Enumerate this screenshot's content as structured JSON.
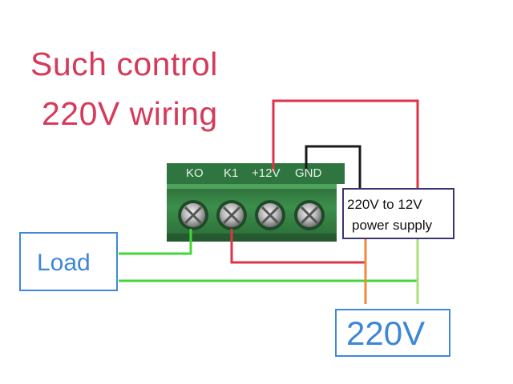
{
  "title": {
    "line1": "Such control",
    "line2": "220V wiring"
  },
  "terminal_block": {
    "labels": [
      "KO",
      "K1",
      "+12V",
      "GND"
    ]
  },
  "load_box": {
    "label": "Load"
  },
  "power_supply_box": {
    "line1": "220V to 12V",
    "line2": "power supply"
  },
  "mains_box": {
    "label": "220V"
  },
  "colors": {
    "title": "#d63a5a",
    "box_text": "#3e86d6",
    "box_border": "#3f88d8",
    "psu_border": "#3a3470",
    "wire_green": "#43d638",
    "wire_red": "#e0324a",
    "wire_black": "#1a1a1a",
    "wire_orange": "#f08a3a",
    "wire_lightgreen": "#a6e27c",
    "terminal_green": "#3c8f4c"
  }
}
